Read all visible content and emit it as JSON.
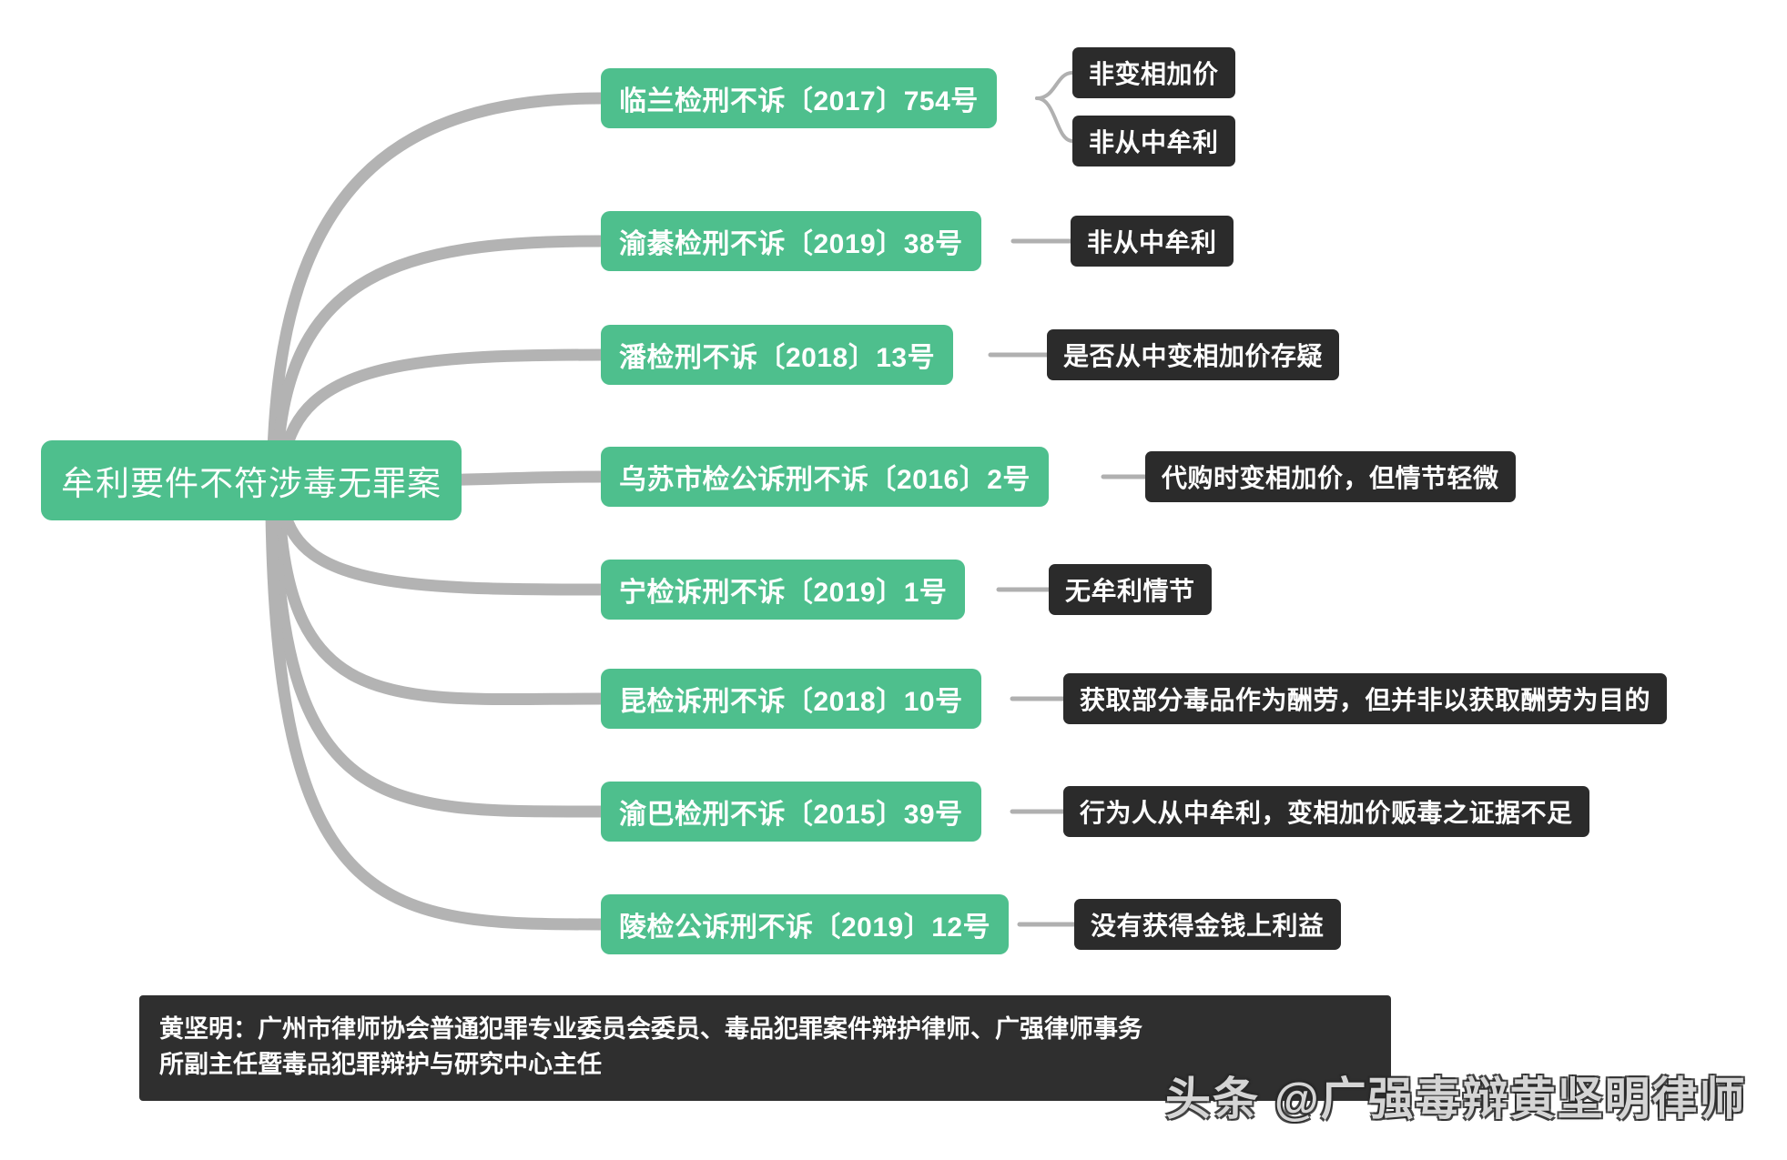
{
  "diagram": {
    "type": "mindmap",
    "root": {
      "label": "牟利要件不符涉毒无罪案",
      "color": "#4ebf8d"
    },
    "colors": {
      "branch_fill": "#4ebf8d",
      "leaf_fill": "#2b2b2b",
      "edge_thick": "#b3b3b3",
      "edge_thin": "#b0b0b0",
      "background": "#ffffff",
      "text_light": "#ffffff"
    },
    "branches": [
      {
        "label": "临兰检刑不诉〔2017〕754号",
        "leaves": [
          {
            "label": "非变相加价"
          },
          {
            "label": "非从中牟利"
          }
        ]
      },
      {
        "label": "渝綦检刑不诉〔2019〕38号",
        "leaves": [
          {
            "label": "非从中牟利"
          }
        ]
      },
      {
        "label": "潘检刑不诉〔2018〕13号",
        "leaves": [
          {
            "label": "是否从中变相加价存疑"
          }
        ]
      },
      {
        "label": "乌苏市检公诉刑不诉〔2016〕2号",
        "leaves": [
          {
            "label": "代购时变相加价，但情节轻微"
          }
        ]
      },
      {
        "label": "宁检诉刑不诉〔2019〕1号",
        "leaves": [
          {
            "label": "无牟利情节"
          }
        ]
      },
      {
        "label": "昆检诉刑不诉〔2018〕10号",
        "leaves": [
          {
            "label": "获取部分毒品作为酬劳，但并非以获取酬劳为目的"
          }
        ]
      },
      {
        "label": "渝巴检刑不诉〔2015〕39号",
        "leaves": [
          {
            "label": "行为人从中牟利，变相加价贩毒之证据不足"
          }
        ]
      },
      {
        "label": "陵检公诉刑不诉〔2019〕12号",
        "leaves": [
          {
            "label": "没有获得金钱上利益"
          }
        ]
      }
    ]
  },
  "footer": {
    "line1": "黄坚明：广州市律师协会普通犯罪专业委员会委员、毒品犯罪案件辩护律师、广强律师事务",
    "line2": "所副主任暨毒品犯罪辩护与研究中心主任"
  },
  "watermark": {
    "text": "头条 @广强毒辩黄坚明律师"
  }
}
